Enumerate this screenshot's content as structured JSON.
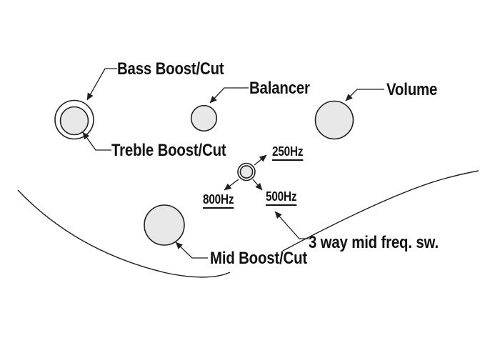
{
  "diagram": {
    "labels": {
      "bass_boost_cut": "Bass Boost/Cut",
      "treble_boost_cut": "Treble Boost/Cut",
      "balancer": "Balancer",
      "volume": "Volume",
      "mid_boost_cut": "Mid Boost/Cut",
      "three_way_mid_freq_switch": "3 way mid freq. sw.",
      "freq_250": "250Hz",
      "freq_500": "500Hz",
      "freq_800": "800Hz"
    },
    "colors": {
      "background": "#ffffff",
      "line": "#1f1f1f",
      "text": "#111111",
      "knob_fill": "#e8e8e8",
      "knob_ring_fill": "#ffffff"
    }
  }
}
